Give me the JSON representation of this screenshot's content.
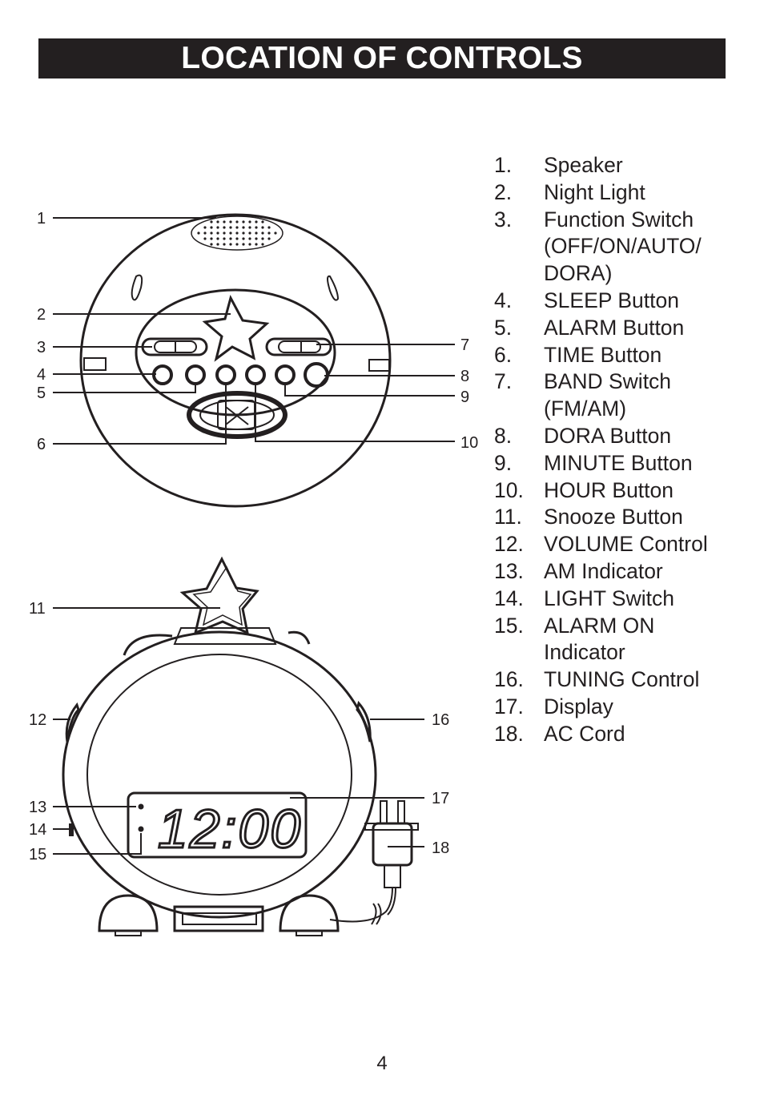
{
  "title": "LOCATION OF CONTROLS",
  "diagram": {
    "display_readout": "12:00",
    "callouts": [
      "1",
      "2",
      "3",
      "4",
      "5",
      "6",
      "7",
      "8",
      "9",
      "10",
      "11",
      "12",
      "13",
      "14",
      "15",
      "16",
      "17",
      "18"
    ]
  },
  "legend": [
    {
      "num": "1.",
      "lines": [
        "Speaker"
      ]
    },
    {
      "num": "2.",
      "lines": [
        "Night Light"
      ]
    },
    {
      "num": "3.",
      "lines": [
        "Function Switch",
        "(OFF/ON/AUTO/",
        "DORA)"
      ]
    },
    {
      "num": "4.",
      "lines": [
        "SLEEP Button"
      ]
    },
    {
      "num": "5.",
      "lines": [
        "ALARM Button"
      ]
    },
    {
      "num": "6.",
      "lines": [
        "TIME Button"
      ]
    },
    {
      "num": "7.",
      "lines": [
        "BAND Switch",
        "(FM/AM)"
      ]
    },
    {
      "num": "8.",
      "lines": [
        "DORA Button"
      ]
    },
    {
      "num": "9.",
      "lines": [
        "MINUTE Button"
      ]
    },
    {
      "num": "10.",
      "lines": [
        "HOUR Button"
      ]
    },
    {
      "num": "11.",
      "lines": [
        "Snooze Button"
      ]
    },
    {
      "num": "12.",
      "lines": [
        "VOLUME Control"
      ]
    },
    {
      "num": "13.",
      "lines": [
        "AM Indicator"
      ]
    },
    {
      "num": "14.",
      "lines": [
        "LIGHT Switch"
      ]
    },
    {
      "num": "15.",
      "lines": [
        "ALARM ON",
        "Indicator"
      ]
    },
    {
      "num": "16.",
      "lines": [
        "TUNING Control"
      ]
    },
    {
      "num": "17.",
      "lines": [
        "Display"
      ]
    },
    {
      "num": "18.",
      "lines": [
        "AC Cord"
      ]
    }
  ],
  "page_number": "4"
}
